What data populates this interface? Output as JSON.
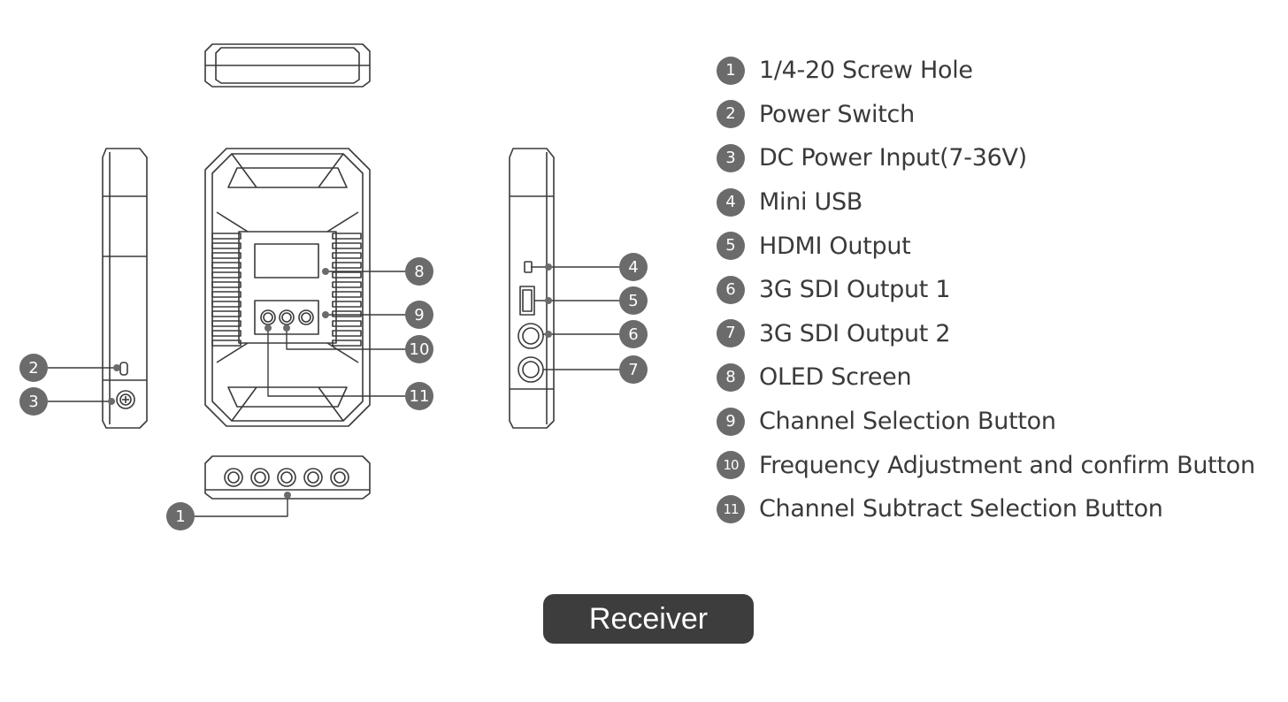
{
  "legend": [
    {
      "num": "1",
      "text": "1/4-20 Screw Hole"
    },
    {
      "num": "2",
      "text": "Power Switch"
    },
    {
      "num": "3",
      "text": "DC Power Input(7-36V)"
    },
    {
      "num": "4",
      "text": "Mini USB"
    },
    {
      "num": "5",
      "text": "HDMI Output"
    },
    {
      "num": "6",
      "text": "3G SDI Output 1"
    },
    {
      "num": "7",
      "text": "3G SDI Output 2"
    },
    {
      "num": "8",
      "text": "OLED Screen"
    },
    {
      "num": "9",
      "text": "Channel Selection Button"
    },
    {
      "num": "10",
      "text": "Frequency Adjustment and confirm Button"
    },
    {
      "num": "11",
      "text": "Channel Subtract Selection Button"
    }
  ],
  "device_label": "Receiver",
  "colors": {
    "badge": "#6b6b6b",
    "line": "#3a3a3a",
    "tag": "#3d3d3d"
  }
}
